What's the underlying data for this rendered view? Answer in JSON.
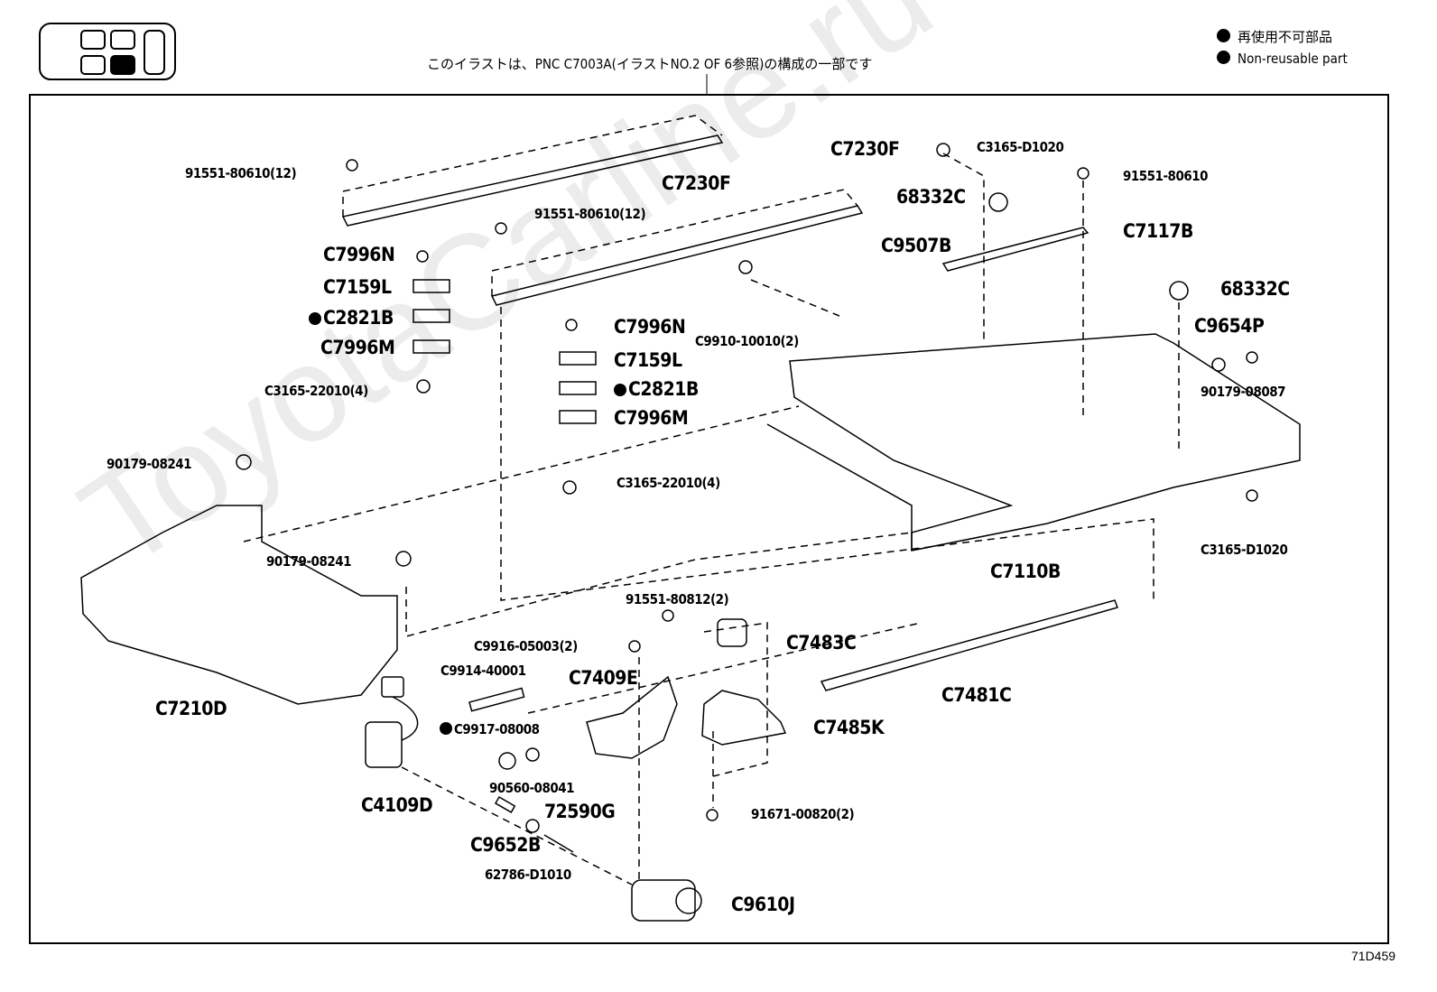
{
  "header": {
    "note": "このイラストは、PNC C7003A(イラストNO.2 OF 6参照)の構成の一部です",
    "legend": [
      {
        "icon": "filled-circle",
        "label": "再使用不可部品"
      },
      {
        "icon": "filled-circle",
        "label": "Non-reusable part"
      }
    ]
  },
  "watermark": "ToyotaCarline.ru",
  "illustration_code": "71D459",
  "labels": [
    {
      "text": "91551-80610(12)",
      "nonreusable": false
    },
    {
      "text": "C7230F",
      "nonreusable": false
    },
    {
      "text": "C7230F",
      "nonreusable": false
    },
    {
      "text": "C3165-D1020",
      "nonreusable": false
    },
    {
      "text": "91551-80610",
      "nonreusable": false
    },
    {
      "text": "68332C",
      "nonreusable": false
    },
    {
      "text": "91551-80610(12)",
      "nonreusable": false
    },
    {
      "text": "C7117B",
      "nonreusable": false
    },
    {
      "text": "C9507B",
      "nonreusable": false
    },
    {
      "text": "C7996N",
      "nonreusable": false
    },
    {
      "text": "68332C",
      "nonreusable": false
    },
    {
      "text": "C7159L",
      "nonreusable": false
    },
    {
      "text": "C2821B",
      "nonreusable": true
    },
    {
      "text": "C7996M",
      "nonreusable": false
    },
    {
      "text": "C9654P",
      "nonreusable": false
    },
    {
      "text": "C7996N",
      "nonreusable": false
    },
    {
      "text": "C9910-10010(2)",
      "nonreusable": false
    },
    {
      "text": "C7159L",
      "nonreusable": false
    },
    {
      "text": "C3165-22010(4)",
      "nonreusable": false
    },
    {
      "text": "90179-08087",
      "nonreusable": false
    },
    {
      "text": "C2821B",
      "nonreusable": true
    },
    {
      "text": "C7996M",
      "nonreusable": false
    },
    {
      "text": "90179-08241",
      "nonreusable": false
    },
    {
      "text": "C3165-22010(4)",
      "nonreusable": false
    },
    {
      "text": "C3165-D1020",
      "nonreusable": false
    },
    {
      "text": "90179-08241",
      "nonreusable": false
    },
    {
      "text": "C7110B",
      "nonreusable": false
    },
    {
      "text": "91551-80812(2)",
      "nonreusable": false
    },
    {
      "text": "C7483C",
      "nonreusable": false
    },
    {
      "text": "C9916-05003(2)",
      "nonreusable": false
    },
    {
      "text": "C9914-40001",
      "nonreusable": false
    },
    {
      "text": "C7409E",
      "nonreusable": false
    },
    {
      "text": "C7481C",
      "nonreusable": false
    },
    {
      "text": "C7210D",
      "nonreusable": false
    },
    {
      "text": "C9917-08008",
      "nonreusable": true
    },
    {
      "text": "C7485K",
      "nonreusable": false
    },
    {
      "text": "90560-08041",
      "nonreusable": false
    },
    {
      "text": "C4109D",
      "nonreusable": false
    },
    {
      "text": "72590G",
      "nonreusable": false
    },
    {
      "text": "91671-00820(2)",
      "nonreusable": false
    },
    {
      "text": "C9652B",
      "nonreusable": false
    },
    {
      "text": "62786-D1010",
      "nonreusable": false
    },
    {
      "text": "C9610J",
      "nonreusable": false
    }
  ]
}
